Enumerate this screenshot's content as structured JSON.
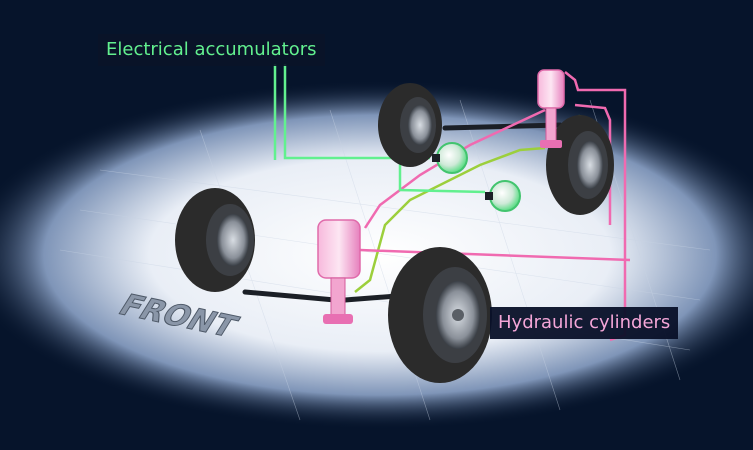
{
  "labels": {
    "accumulators": "Electrical accumulators",
    "cylinders": "Hydraulic cylinders",
    "front": "FRONT"
  },
  "colors": {
    "background": "#06142b",
    "spotlight": "#ffffff",
    "accumulator_green": "#62f08f",
    "cylinder_pink": "#f06ab0",
    "hydraulic_line_green": "#9ccf3c",
    "tire": "#2b2b2b"
  }
}
